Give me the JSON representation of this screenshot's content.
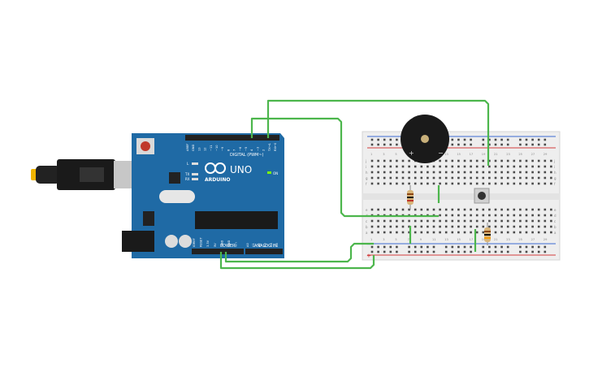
{
  "board": {
    "brand": "ARDUINO",
    "model": "UNO",
    "digital_label": "DIGITAL (PWM~)",
    "power_label": "POWER",
    "analog_label": "ANALOG IN",
    "on_label": "ON",
    "tx_label": "TX",
    "rx_label": "RX",
    "l_label": "L",
    "digital_pins": [
      "AREF",
      "GND",
      "13",
      "12",
      "~11",
      "~10",
      "~9",
      "8",
      "7",
      "~6",
      "~5",
      "4",
      "~3",
      "2",
      "TX→1",
      "RX←0"
    ],
    "power_pins": [
      "IOREF",
      "RESET",
      "3.3V",
      "5V",
      "GND",
      "GND",
      "Vin"
    ],
    "analog_pins": [
      "A0",
      "A1",
      "A2",
      "A3",
      "A4",
      "A5"
    ]
  },
  "breadboard": {
    "rail_plus": "+",
    "rail_minus": "−",
    "row_labels_top": [
      "j",
      "i",
      "h",
      "g",
      "f"
    ],
    "row_labels_bottom": [
      "e",
      "d",
      "c",
      "b",
      "a"
    ],
    "column_numbers": [
      "1",
      "3",
      "5",
      "7",
      "9",
      "11",
      "13",
      "15",
      "17",
      "19",
      "21",
      "23",
      "25",
      "27",
      "29"
    ]
  },
  "buzzer": {
    "plus": "+",
    "minus": "−"
  },
  "colors": {
    "wire": "#4cb64c",
    "board": "#1f6aa5",
    "breadboard": "#eeeeee",
    "rail_red": "#d23c3c",
    "rail_blue": "#3c6ad2"
  }
}
